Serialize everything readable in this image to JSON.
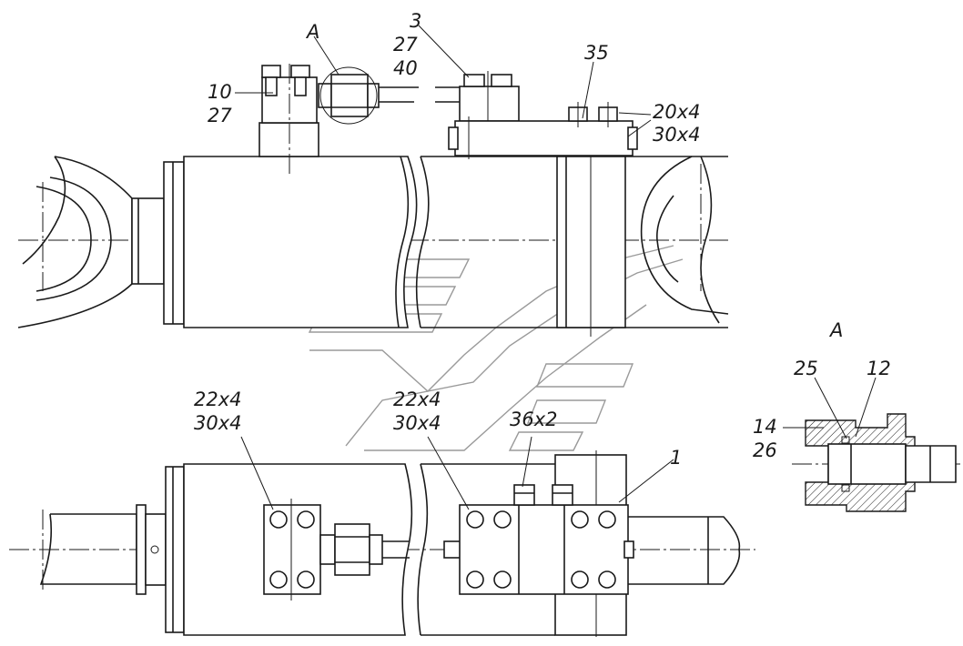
{
  "drawing": {
    "view_label": "A",
    "detail_title": "A",
    "labels": {
      "a_top": "A",
      "n3": "3",
      "n27a": "27",
      "n40": "40",
      "n10": "10",
      "n27b": "27",
      "n35": "35",
      "n20x4": "20x4",
      "n30x4a": "30x4",
      "n22x4a": "22x4",
      "n30x4b": "30x4",
      "n22x4b": "22x4",
      "n30x4c": "30x4",
      "n36x2": "36x2",
      "n1": "1",
      "d25": "25",
      "d12": "12",
      "d14": "14",
      "d26": "26"
    }
  }
}
